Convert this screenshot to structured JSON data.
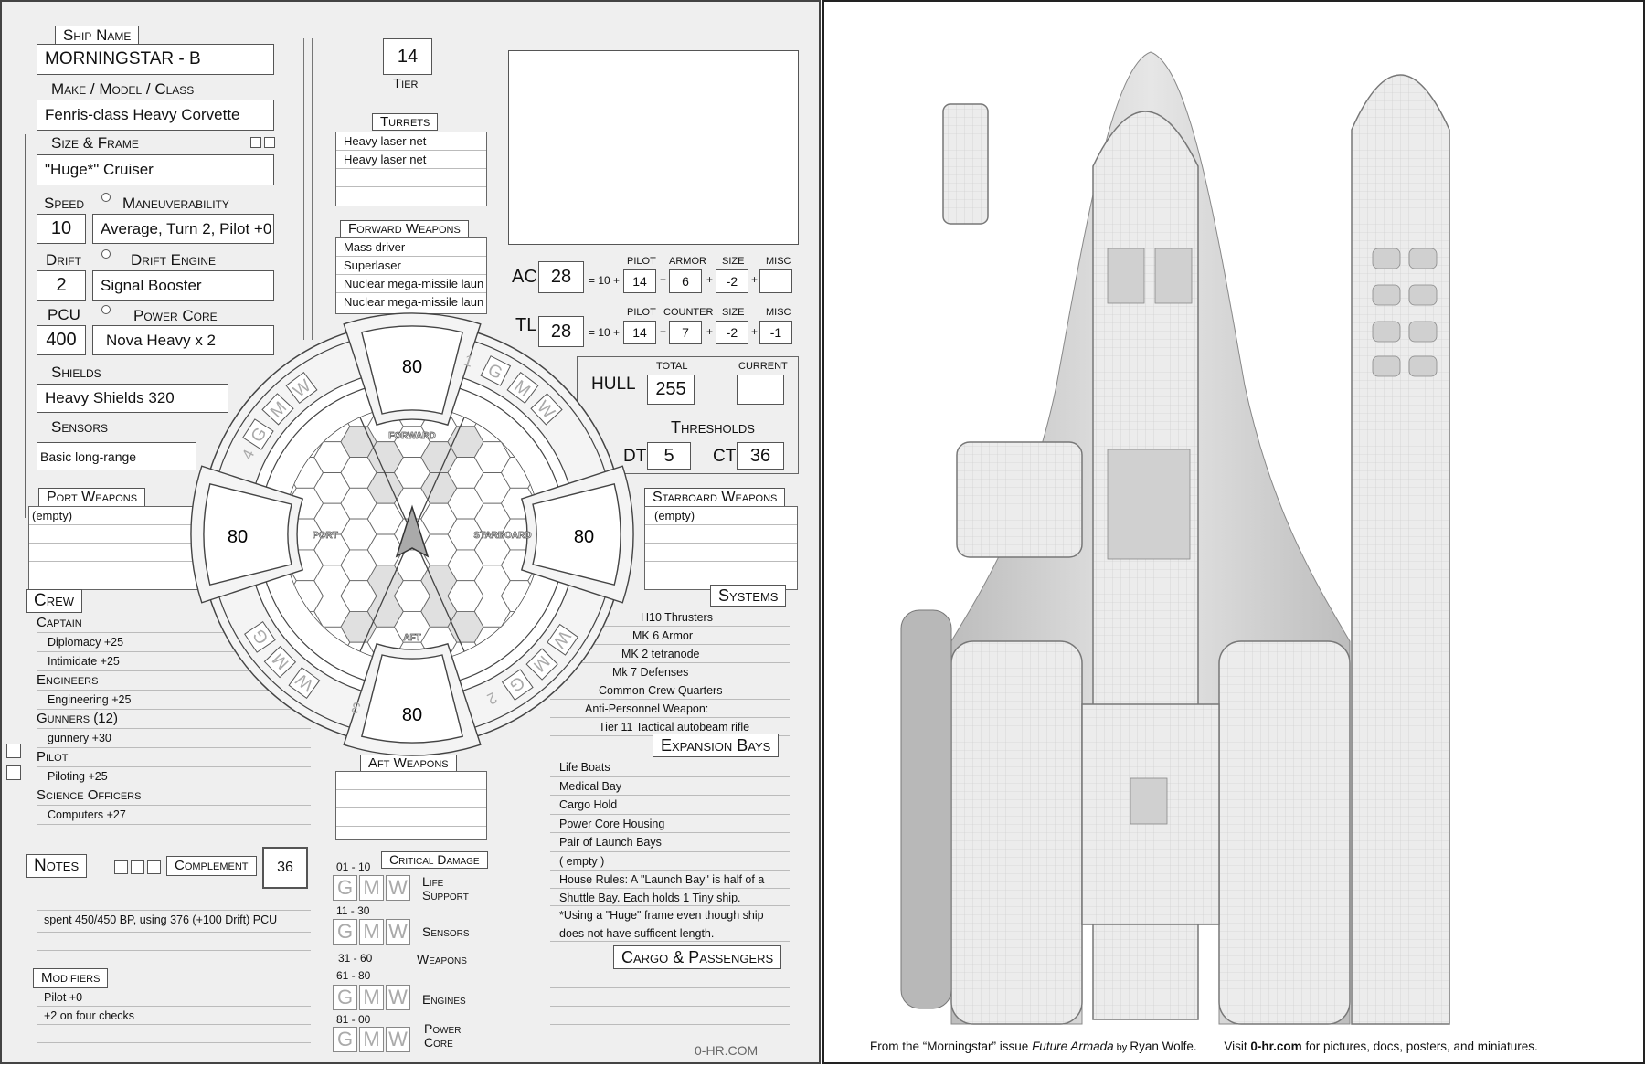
{
  "ship": {
    "name_label": "Ship Name",
    "name": "MORNINGSTAR - B",
    "make_label": "Make / Model / Class",
    "make": "Fenris-class Heavy Corvette",
    "size_label": "Size & Frame",
    "size": "\"Huge*\" Cruiser",
    "speed_label": "Speed",
    "speed": "10",
    "maneuver_label": "Maneuverability",
    "maneuver": "Average, Turn 2, Pilot +0",
    "drift_label": "Drift",
    "drift": "2",
    "drift_engine_label": "Drift Engine",
    "drift_engine": "Signal Booster",
    "pcu_label": "PCU",
    "pcu": "400",
    "power_core_label": "Power Core",
    "power_core": "Nova Heavy x 2",
    "shields_label": "Shields",
    "shields": "Heavy Shields 320",
    "sensors_label": "Sensors",
    "sensors": "Basic long-range",
    "tier": "14",
    "tier_label": "Tier"
  },
  "turrets": {
    "label": "Turrets",
    "items": [
      "Heavy laser net",
      "Heavy laser net"
    ]
  },
  "forward_weapons": {
    "label": "Forward Weapons",
    "items": [
      "Mass driver",
      "Superlaser",
      "Nuclear mega-missile laun",
      "Nuclear mega-missile laun"
    ]
  },
  "port_weapons": {
    "label": "Port Weapons",
    "items": [
      "(empty)"
    ]
  },
  "starboard_weapons": {
    "label": "Starboard Weapons",
    "items": [
      "(empty)"
    ]
  },
  "aft_weapons": {
    "label": "Aft Weapons"
  },
  "ac": {
    "label": "AC",
    "value": "28",
    "base": "= 10 +",
    "parts": [
      {
        "label": "PILOT",
        "value": "14"
      },
      {
        "label": "ARMOR",
        "value": "6"
      },
      {
        "label": "SIZE",
        "value": "-2"
      },
      {
        "label": "MISC",
        "value": ""
      }
    ]
  },
  "tl": {
    "label": "TL",
    "value": "28",
    "base": "= 10 +",
    "parts": [
      {
        "label": "PILOT",
        "value": "14"
      },
      {
        "label": "COUNTER",
        "value": "7"
      },
      {
        "label": "SIZE",
        "value": "-2"
      },
      {
        "label": "MISC",
        "value": "-1"
      }
    ]
  },
  "plus": "+",
  "hull": {
    "label": "HULL",
    "total_label": "TOTAL",
    "total": "255",
    "current_label": "CURRENT",
    "current": "",
    "thresholds_label": "Thresholds",
    "dt_label": "DT",
    "dt": "5",
    "ct_label": "CT",
    "ct": "36"
  },
  "shields_arcs": {
    "forward": "80",
    "port": "80",
    "starboard": "80",
    "aft": "80",
    "forward_label": "FORWARD",
    "port_label": "PORT",
    "starboard_label": "STARBOARD",
    "aft_label": "AFT"
  },
  "wheel": {
    "quadrants": [
      {
        "number": "1",
        "letters": [
          "G",
          "M",
          "W"
        ]
      },
      {
        "number": "2",
        "letters": [
          "G",
          "M",
          "W"
        ]
      },
      {
        "number": "3",
        "letters": [
          "G",
          "M",
          "W"
        ]
      },
      {
        "number": "4",
        "letters": [
          "G",
          "M",
          "W"
        ]
      }
    ]
  },
  "crew": {
    "label": "Crew",
    "rows": [
      {
        "text": "Captain",
        "head": true
      },
      {
        "text": "Diplomacy +25"
      },
      {
        "text": "Intimidate +25"
      },
      {
        "text": "Engineers",
        "head": true
      },
      {
        "text": "Engineering +25"
      },
      {
        "text": "Gunners (12)",
        "head": true
      },
      {
        "text": "gunnery   +30"
      },
      {
        "text": "Pilot",
        "head": true
      },
      {
        "text": "Piloting +25"
      },
      {
        "text": "Science Officers",
        "head": true
      },
      {
        "text": "Computers +27"
      }
    ],
    "complement_label": "Complement",
    "complement": "36"
  },
  "notes": {
    "label": "Notes",
    "text": "spent  450/450 BP,  using 376 (+100 Drift)  PCU"
  },
  "modifiers": {
    "label": "Modifiers",
    "items": [
      "Pilot +0",
      "+2 on four checks"
    ]
  },
  "systems": {
    "label": "Systems",
    "items": [
      "H10 Thrusters",
      "MK 6 Armor",
      "MK 2 tetranode",
      "Mk 7 Defenses",
      "Common Crew Quarters",
      "Anti-Personnel Weapon:",
      "Tier 11 Tactical autobeam rifle"
    ]
  },
  "expansion_bays": {
    "label": "Expansion Bays",
    "items": [
      "Life Boats",
      "Medical Bay",
      "Cargo Hold",
      "Power Core Housing",
      "Pair of Launch Bays",
      "( empty )",
      "House Rules: A \"Launch Bay\" is half of a",
      "Shuttle Bay. Each holds 1 Tiny ship.",
      "*Using a \"Huge\" frame even though ship",
      "does not have sufficent length."
    ]
  },
  "cargo": {
    "label": "Cargo & Passengers"
  },
  "critical_damage": {
    "label": "Critical Damage",
    "rows": [
      {
        "range": "01 - 10",
        "system": "Life Support",
        "gmw": [
          "G",
          "M",
          "W"
        ]
      },
      {
        "range": "11 - 30",
        "system": "Sensors",
        "gmw": [
          "G",
          "M",
          "W"
        ]
      },
      {
        "range": "31 - 60",
        "system": "Weapons"
      },
      {
        "range": "61 - 80",
        "system": "Engines",
        "gmw": [
          "G",
          "M",
          "W"
        ]
      },
      {
        "range": "81 - 00",
        "system": "Power Core",
        "gmw": [
          "G",
          "M",
          "W"
        ]
      }
    ]
  },
  "footer_site": "0-HR.COM",
  "caption": {
    "prefix": "From the “Morningstar” issue ",
    "title": "Future Armada",
    "by": " by ",
    "author": "Ryan Wolfe.",
    "visit": "Visit ",
    "site": "0-hr.com",
    "rest": " for pictures, docs, posters, and miniatures."
  },
  "colors": {
    "sheet_bg": "#efefef",
    "field_bg": "#ffffff",
    "gmw_text": "#aaaaaa",
    "deck_gray": "#d9d9d9"
  }
}
